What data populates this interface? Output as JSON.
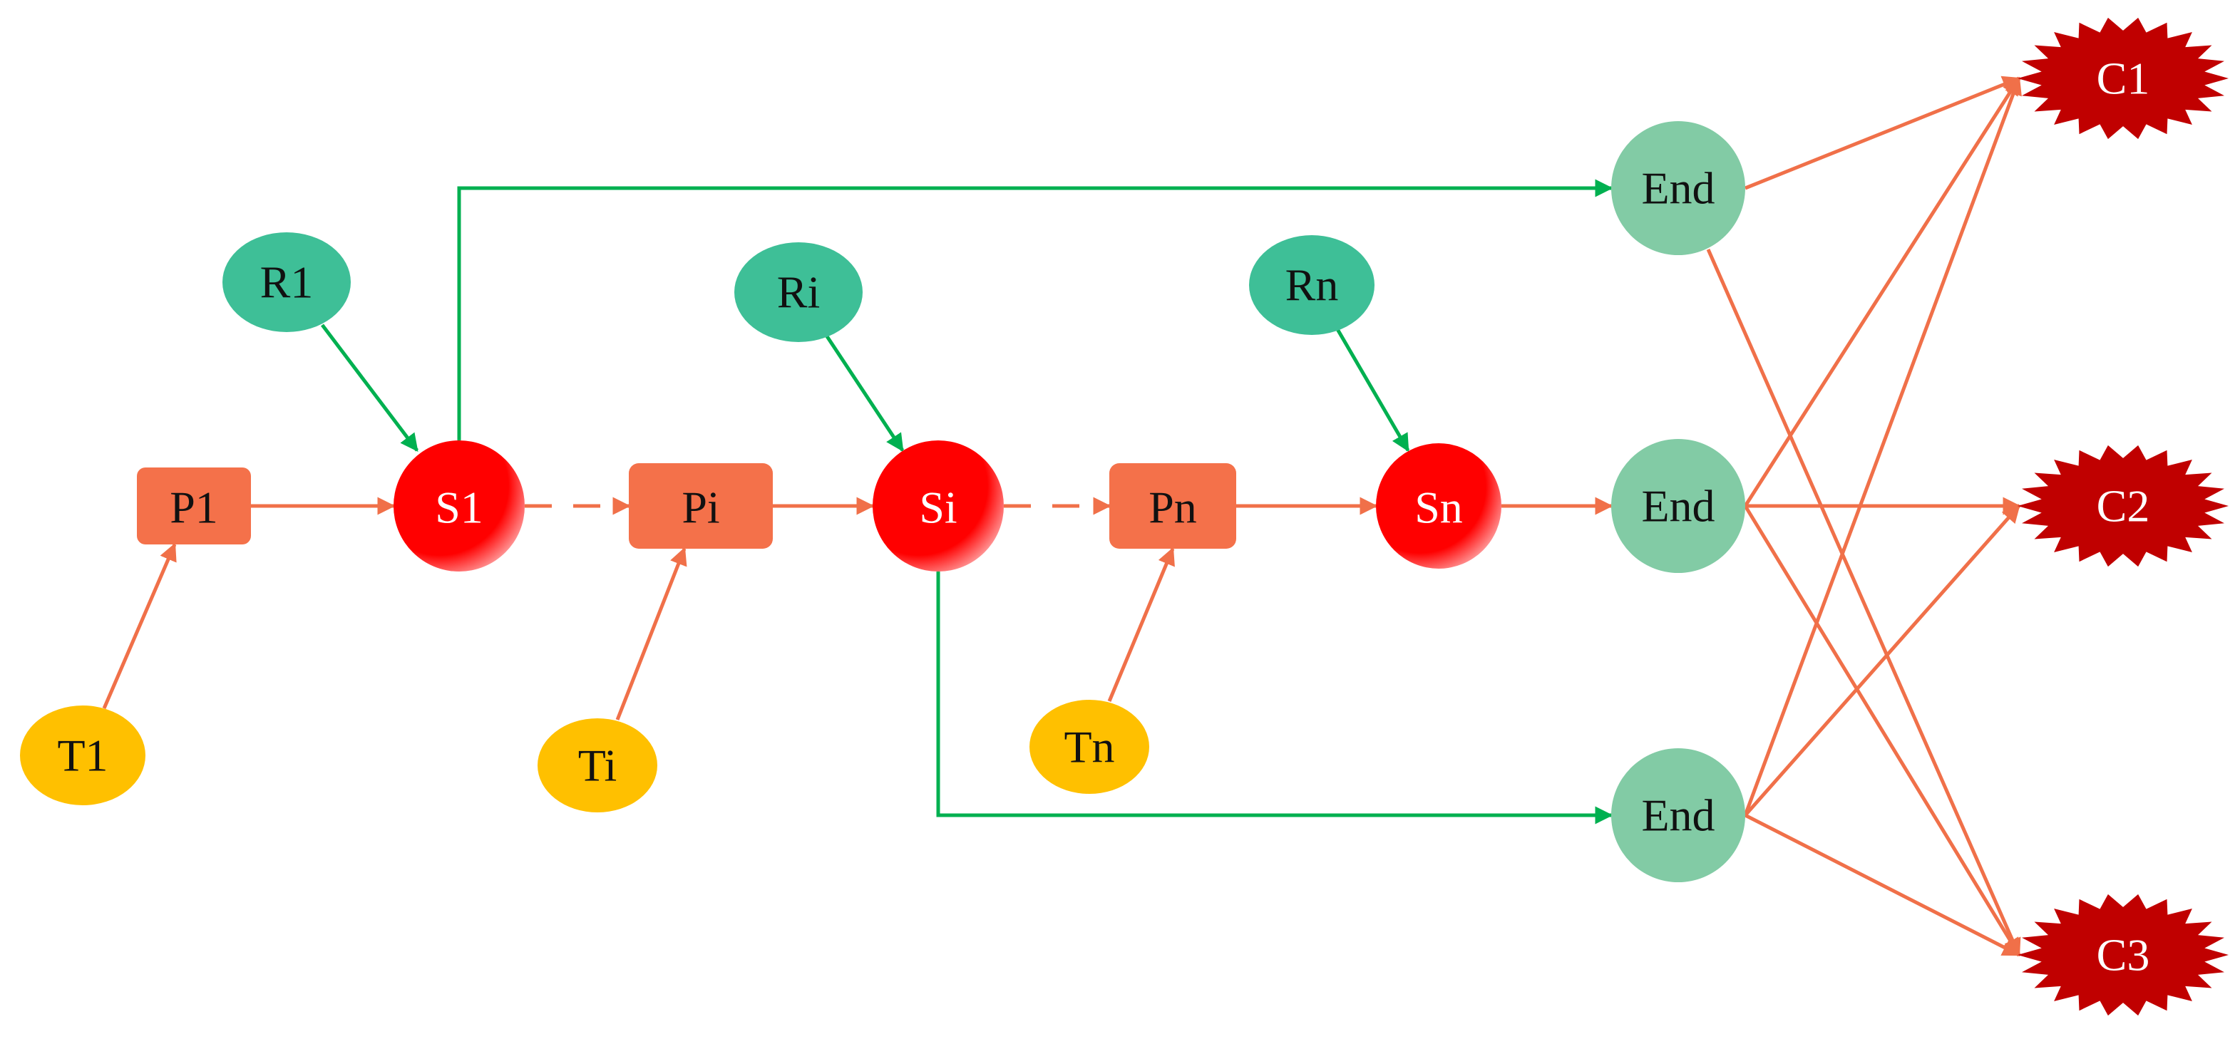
{
  "colors": {
    "flow_edge": "#f07049",
    "green_edge": "#00b050",
    "process": "#f4714a",
    "state": "#ff0000",
    "resource": "#3ebf97",
    "task": "#ffc000",
    "end": "#82cba5",
    "class": "#c00000"
  },
  "nodes": {
    "p1": {
      "label": "P1"
    },
    "pi": {
      "label": "Pi"
    },
    "pn": {
      "label": "Pn"
    },
    "s1": {
      "label": "S1"
    },
    "si": {
      "label": "Si"
    },
    "sn": {
      "label": "Sn"
    },
    "r1": {
      "label": "R1"
    },
    "ri": {
      "label": "Ri"
    },
    "rn": {
      "label": "Rn"
    },
    "t1": {
      "label": "T1"
    },
    "ti": {
      "label": "Ti"
    },
    "tn": {
      "label": "Tn"
    },
    "end1": {
      "label": "End"
    },
    "end2": {
      "label": "End"
    },
    "end3": {
      "label": "End"
    },
    "c1": {
      "label": "C1"
    },
    "c2": {
      "label": "C2"
    },
    "c3": {
      "label": "C3"
    }
  },
  "edges": [
    {
      "from": "p1",
      "to": "s1",
      "color": "flow_edge"
    },
    {
      "from": "s1",
      "to": "pi",
      "color": "flow_edge",
      "dashed": true
    },
    {
      "from": "pi",
      "to": "si",
      "color": "flow_edge"
    },
    {
      "from": "si",
      "to": "pn",
      "color": "flow_edge",
      "dashed": true
    },
    {
      "from": "pn",
      "to": "sn",
      "color": "flow_edge"
    },
    {
      "from": "sn",
      "to": "end2",
      "color": "flow_edge"
    },
    {
      "from": "t1",
      "to": "p1",
      "color": "flow_edge"
    },
    {
      "from": "ti",
      "to": "pi",
      "color": "flow_edge"
    },
    {
      "from": "tn",
      "to": "pn",
      "color": "flow_edge"
    },
    {
      "from": "r1",
      "to": "s1",
      "color": "green_edge"
    },
    {
      "from": "ri",
      "to": "si",
      "color": "green_edge"
    },
    {
      "from": "rn",
      "to": "sn",
      "color": "green_edge"
    },
    {
      "from": "s1",
      "to": "end1",
      "color": "green_edge",
      "routed": "up"
    },
    {
      "from": "si",
      "to": "end3",
      "color": "green_edge",
      "routed": "down"
    },
    {
      "from": "end1",
      "to": "c1",
      "color": "flow_edge"
    },
    {
      "from": "end1",
      "to": "c3",
      "color": "flow_edge"
    },
    {
      "from": "end2",
      "to": "c1",
      "color": "flow_edge"
    },
    {
      "from": "end2",
      "to": "c2",
      "color": "flow_edge"
    },
    {
      "from": "end2",
      "to": "c3",
      "color": "flow_edge"
    },
    {
      "from": "end3",
      "to": "c1",
      "color": "flow_edge"
    },
    {
      "from": "end3",
      "to": "c2",
      "color": "flow_edge"
    },
    {
      "from": "end3",
      "to": "c3",
      "color": "flow_edge"
    }
  ]
}
